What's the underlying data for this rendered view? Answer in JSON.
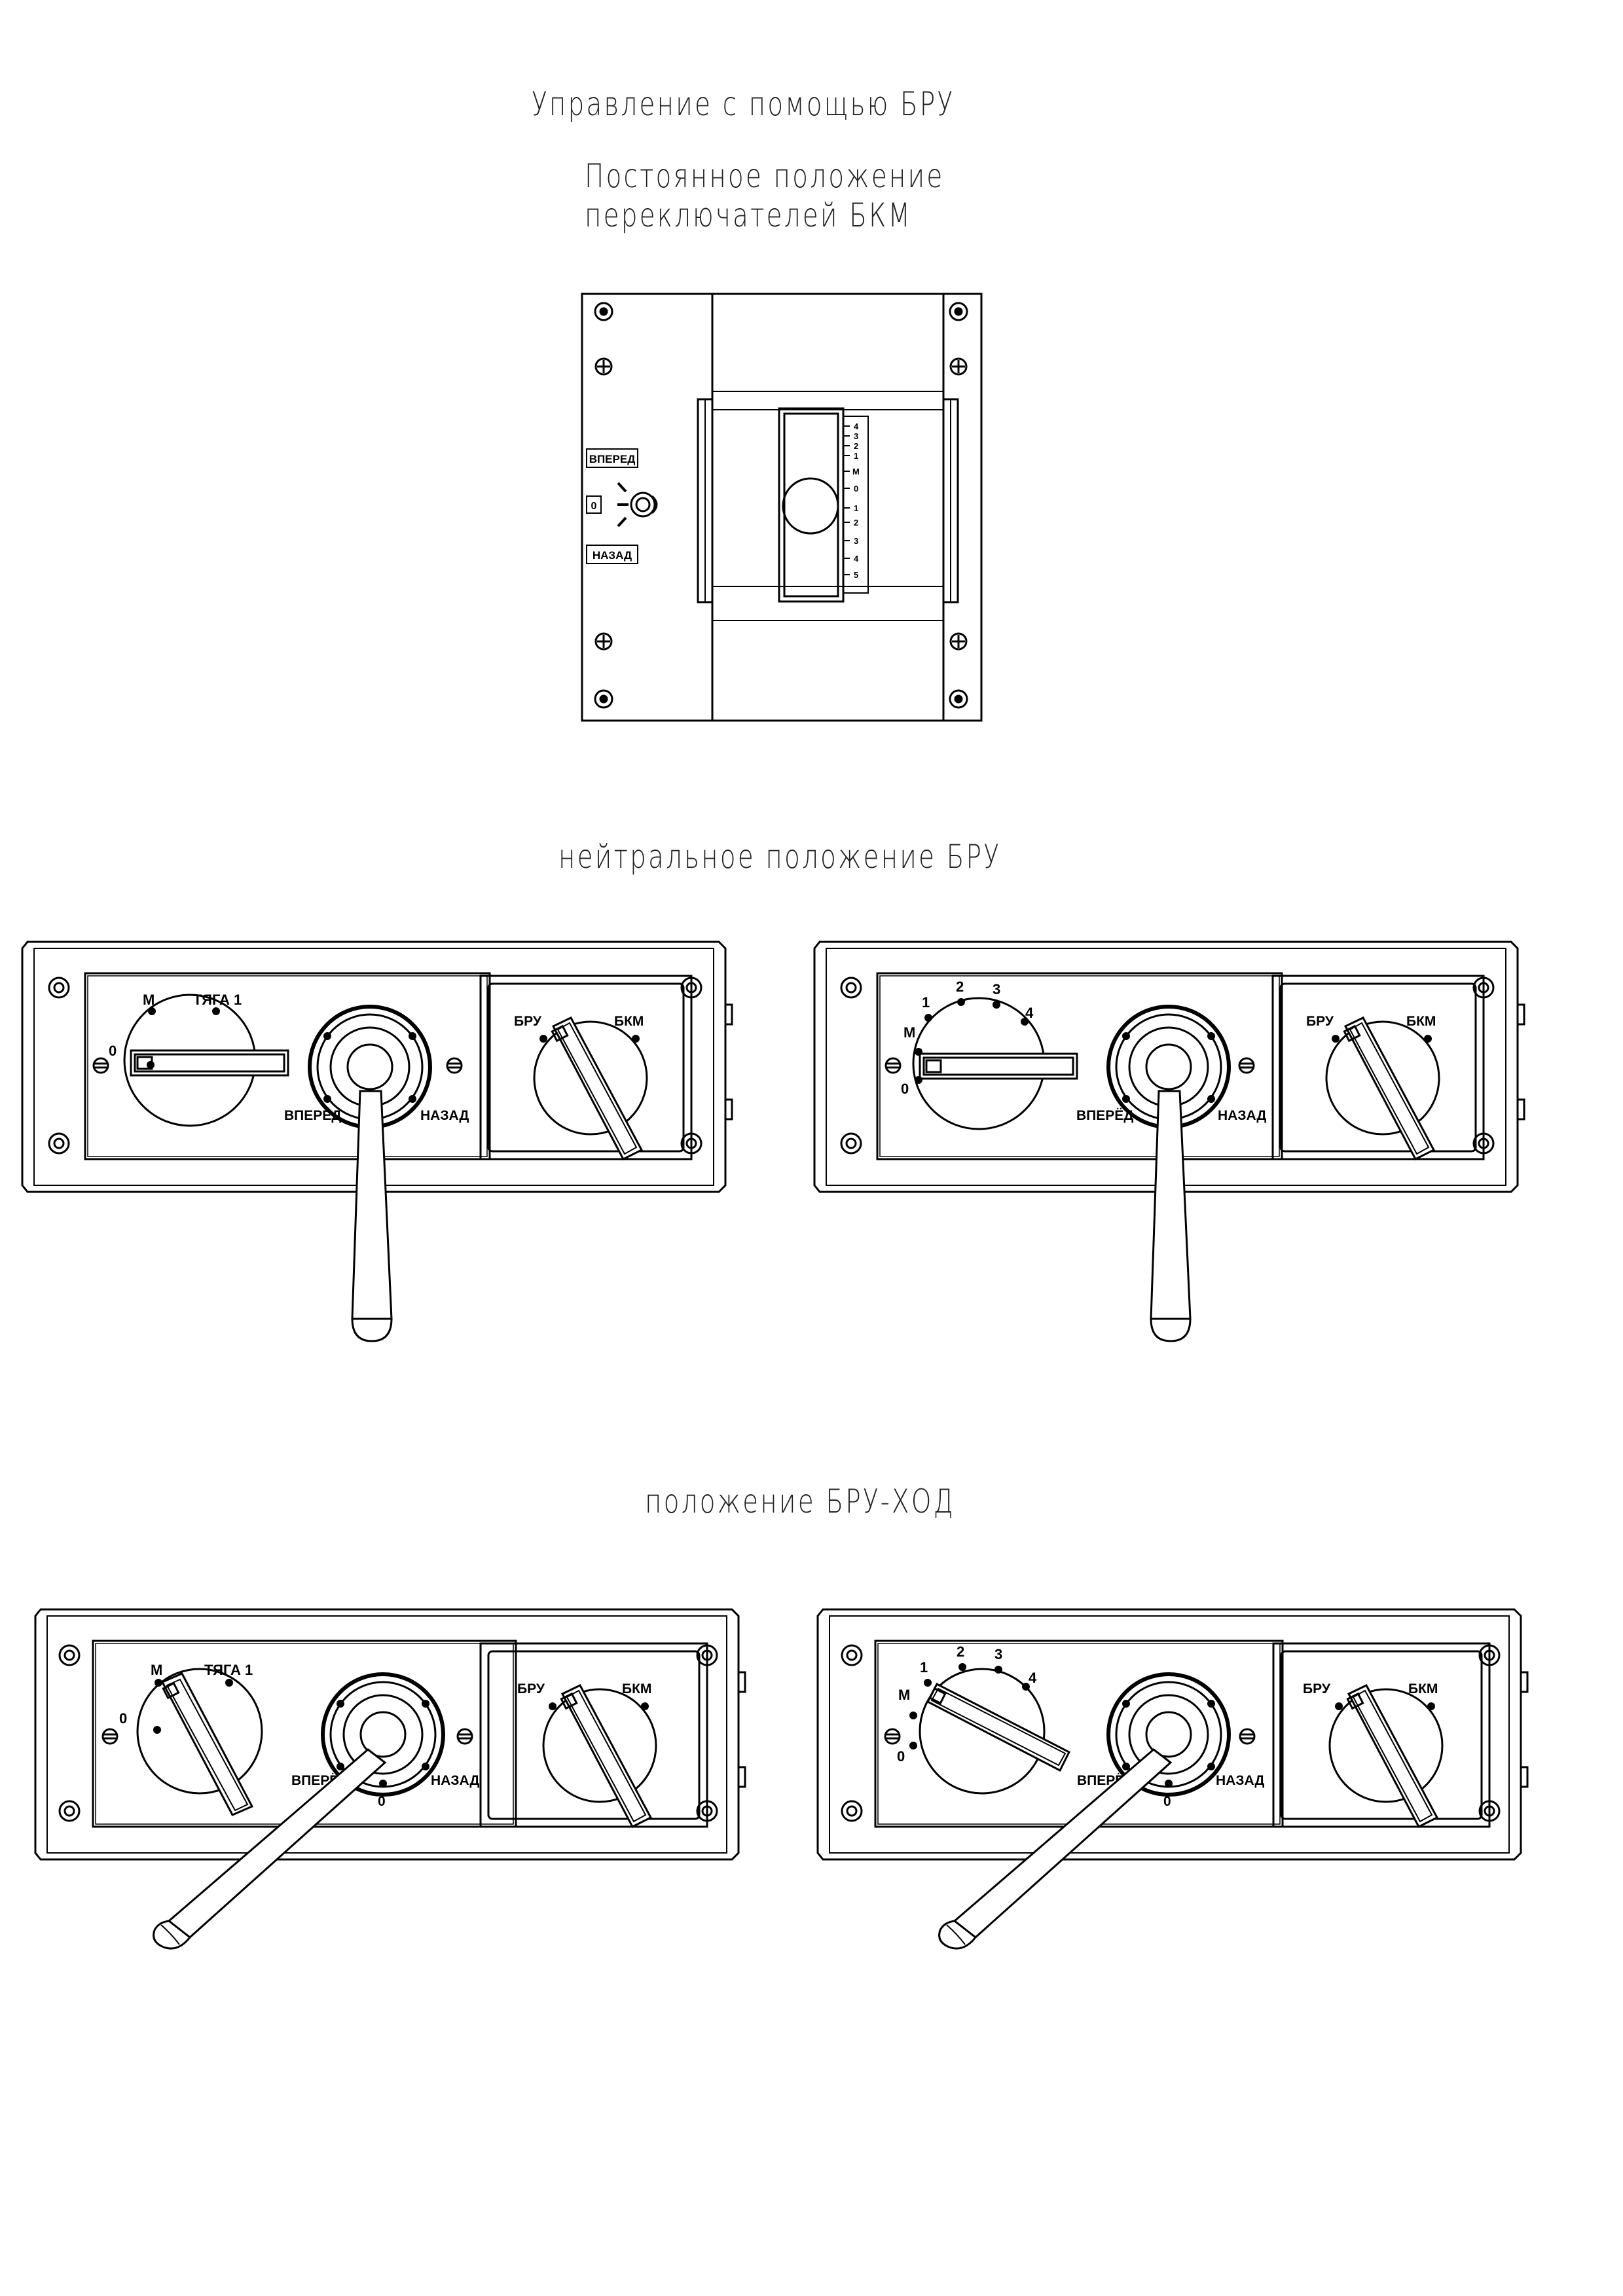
{
  "titles": {
    "main": "Управление с помощью БРУ",
    "subtitle_line1": "Постоянное положение",
    "subtitle_line2": "переключателей БКМ",
    "neutral": "нейтральное положение БРУ",
    "motion": "положение БРУ-ХОД"
  },
  "bkm_panel": {
    "forward": "ВПЕРЕД",
    "zero": "0",
    "backward": "НАЗАД",
    "scale": [
      "4",
      "3",
      "2",
      "1",
      "М",
      "0",
      "1",
      "2",
      "3",
      "4",
      "5"
    ]
  },
  "labels": {
    "m": "М",
    "traction1": "ТЯГА 1",
    "zero": "0",
    "forward": "ВПЕРЁД",
    "backward": "НАЗАД",
    "bru": "БРУ",
    "bkm": "БКМ",
    "n1": "1",
    "n2": "2",
    "n3": "3",
    "n4": "4"
  },
  "icons": {
    "screw": "screw-icon",
    "slot_screw": "slotted-screw-icon",
    "rotary_switch": "rotary-switch-icon",
    "reverser_handle": "reverser-handle-icon"
  },
  "colors": {
    "line": "#000000",
    "title": "#222222",
    "background": "#ffffff"
  }
}
